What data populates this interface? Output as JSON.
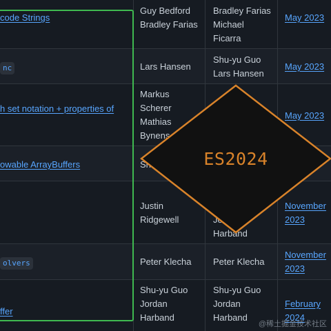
{
  "rows": [
    {
      "proposal": "code Strings",
      "authors": [
        "Guy Bedford",
        "Bradley Farias"
      ],
      "champions": [
        "Bradley Farias",
        "Michael",
        "Ficarra"
      ],
      "date": [
        "May 2023"
      ]
    },
    {
      "proposal_code": "nc",
      "authors": [
        "Lars Hansen"
      ],
      "champions": [
        "Shu-yu Guo",
        "Lars Hansen"
      ],
      "date": [
        "May 2023"
      ]
    },
    {
      "proposal": "h set notation + properties of",
      "authors": [
        "Markus",
        "Scherer",
        "Mathias",
        "Bynens"
      ],
      "champions": [],
      "date": [
        "May 2023"
      ]
    },
    {
      "proposal": "owable ArrayBuffers",
      "authors": [
        "Sh"
      ],
      "champions": [],
      "date": []
    },
    {
      "proposal": "",
      "authors": [
        "Justin",
        "Ridgewell"
      ],
      "champions": [
        "Jo",
        "Harband"
      ],
      "date": [
        "November",
        "2023"
      ]
    },
    {
      "proposal_code": "olvers",
      "authors": [
        "Peter Klecha"
      ],
      "champions": [
        "Peter Klecha"
      ],
      "date": [
        "November",
        "2023"
      ]
    },
    {
      "proposal": "ffer",
      "authors": [
        "Shu-yu Guo",
        "Jordan",
        "Harband"
      ],
      "champions": [
        "Shu-yu Guo",
        "Jordan",
        "Harband"
      ],
      "date": [
        "February",
        "2024"
      ]
    }
  ],
  "badge": {
    "label": "ES2024",
    "fill": "#111111",
    "stroke": "#d9832a"
  },
  "highlight_color": "#3fb950",
  "watermark": "@稀土掘金技术社区"
}
